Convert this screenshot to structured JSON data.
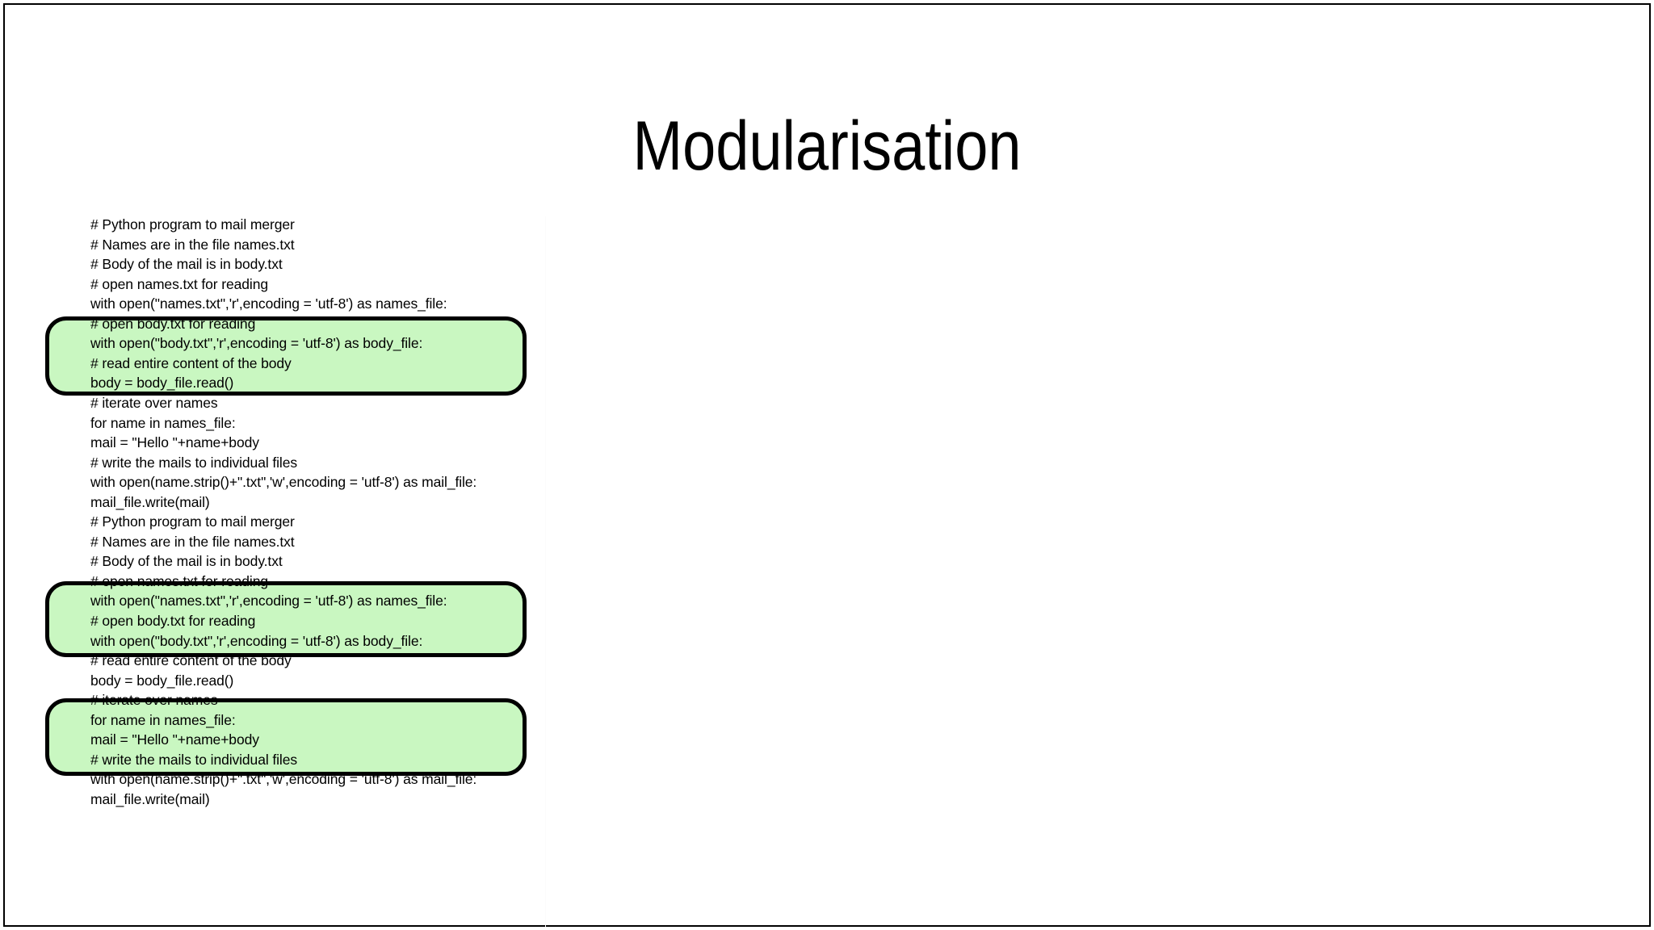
{
  "slide": {
    "title": "Modularisation",
    "background_color": "#ffffff",
    "frame_color": "#000000",
    "highlight_fill": "#c9f7c1",
    "highlight_border": "#000000"
  },
  "code": {
    "lines": [
      "# Python program to mail merger",
      "# Names are in the file names.txt",
      "# Body of the mail is in body.txt",
      "# open names.txt for reading",
      "with open(\"names.txt\",'r',encoding = 'utf-8') as names_file:",
      "# open body.txt for reading",
      "with open(\"body.txt\",'r',encoding = 'utf-8') as body_file:",
      "# read entire content of the body",
      "body = body_file.read()",
      "# iterate over names",
      "for name in names_file:",
      "mail = \"Hello \"+name+body",
      "# write the mails to individual files",
      "with open(name.strip()+\".txt\",'w',encoding = 'utf-8') as mail_file:",
      "mail_file.write(mail)",
      "# Python program to mail merger",
      "# Names are in the file names.txt",
      "# Body of the mail is in body.txt",
      "# open names.txt for reading",
      "with open(\"names.txt\",'r',encoding = 'utf-8') as names_file:",
      "# open body.txt for reading",
      "with open(\"body.txt\",'r',encoding = 'utf-8') as body_file:",
      "# read entire content of the body",
      "body = body_file.read()",
      "# iterate over names",
      "for name in names_file:",
      "mail = \"Hello \"+name+body",
      "# write the mails to individual files",
      "with open(name.strip()+\".txt\",'w',encoding = 'utf-8') as mail_file:",
      "mail_file.write(mail)"
    ]
  },
  "highlights": [
    {
      "name": "highlight-box-1",
      "covers_lines": [
        5,
        6,
        7,
        8
      ],
      "label": "# open body.txt for reading / with open(\"body.txt\",'r',encoding = 'utf-8') as body_file: / # read entire content of the body / body = body_file.read()"
    },
    {
      "name": "highlight-box-2",
      "covers_lines": [
        18,
        19,
        20,
        21
      ],
      "label": "# open names.txt for reading / with open(\"names.txt\",'r',encoding = 'utf-8') as names_file: / # open body.txt for reading / with open(\"body.txt\",'r',encoding = 'utf-8') as body_file:"
    },
    {
      "name": "highlight-box-3",
      "covers_lines": [
        24,
        25,
        26,
        27
      ],
      "label": "# iterate over names / for name in names_file: / mail = \"Hello \"+name+body / # write the mails to individual files"
    }
  ]
}
